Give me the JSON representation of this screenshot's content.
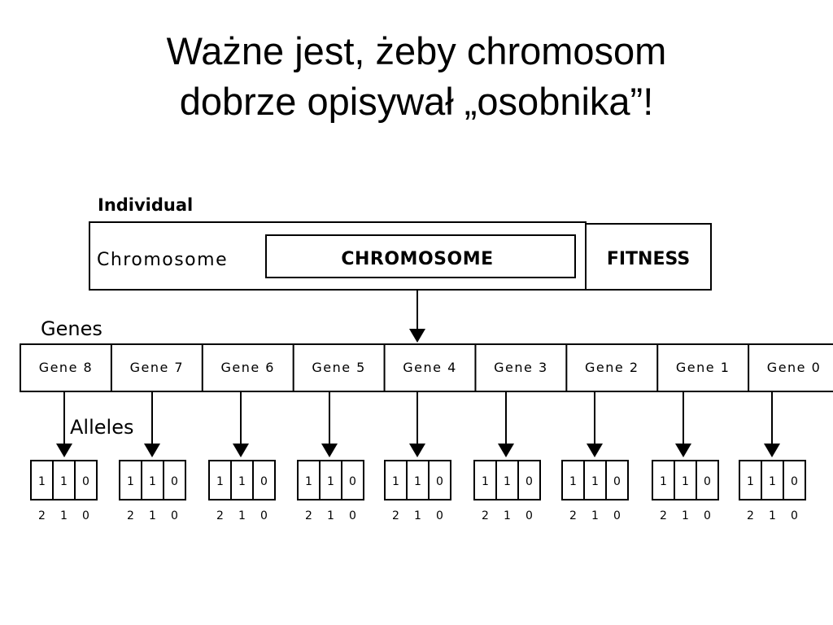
{
  "title": {
    "line1": "Ważne jest, żeby chromosom",
    "line2": "dobrze opisywał „osobnika”!"
  },
  "diagram": {
    "individual_label": "Individual",
    "chromosome_label": "Chromosome",
    "chromosome_box": "CHROMOSOME",
    "fitness_box": "FITNESS",
    "genes_label": "Genes",
    "alleles_label": "Alleles",
    "genes": [
      "Gene 8",
      "Gene 7",
      "Gene 6",
      "Gene 5",
      "Gene 4",
      "Gene 3",
      "Gene 2",
      "Gene 1",
      "Gene 0"
    ],
    "allele_values": [
      "1",
      "1",
      "0"
    ],
    "allele_indices": [
      "2",
      "1",
      "0"
    ]
  }
}
